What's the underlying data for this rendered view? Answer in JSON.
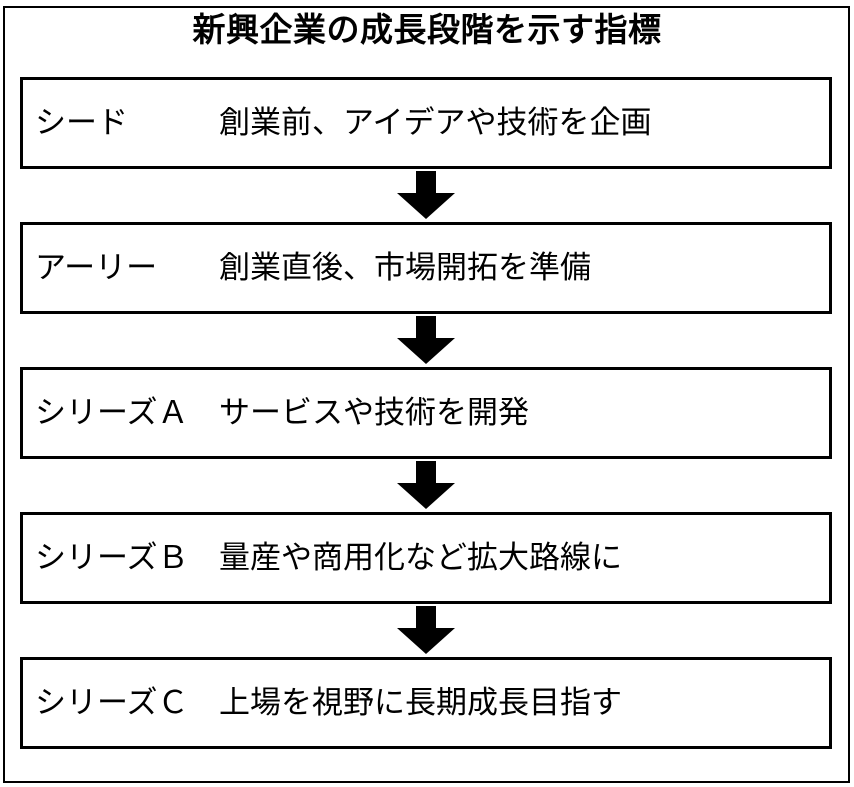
{
  "figure": {
    "title": "新興企業の成長段階を示す指標",
    "border_color": "#000000",
    "background_color": "#ffffff",
    "text_color": "#000000"
  },
  "stages": [
    {
      "label": "シード",
      "description": "創業前、アイデアや技術を企画"
    },
    {
      "label": "アーリー",
      "description": "創業直後、市場開拓を準備"
    },
    {
      "label": "シリーズＡ",
      "description": "サービスや技術を開発"
    },
    {
      "label": "シリーズＢ",
      "description": "量産や商用化など拡大路線に"
    },
    {
      "label": "シリーズＣ",
      "description": "上場を視野に長期成長目指す"
    }
  ],
  "connectors": [
    {
      "icon": "arrow-down-icon"
    },
    {
      "icon": "arrow-down-icon"
    },
    {
      "icon": "arrow-down-icon"
    },
    {
      "icon": "arrow-down-icon"
    }
  ]
}
